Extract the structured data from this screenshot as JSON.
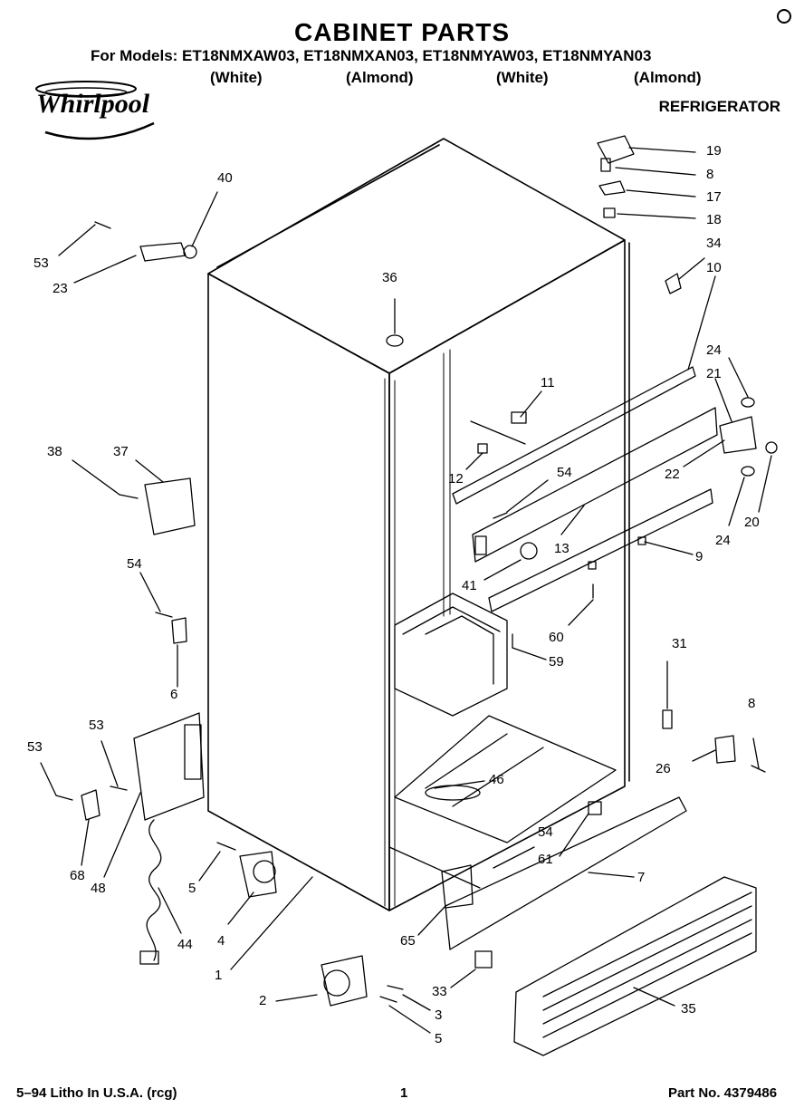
{
  "header": {
    "title": "CABINET PARTS",
    "models_line": "For Models:  ET18NMXAW03,  ET18NMXAN03,  ET18NMYAW03,  ET18NMYAN03",
    "colors": [
      "(White)",
      "(Almond)",
      "(White)",
      "(Almond)"
    ],
    "brand": "Whirlpool",
    "category": "REFRIGERATOR"
  },
  "footer": {
    "left": "5–94 Litho In U.S.A. (rcg)",
    "page": "1",
    "part_no": "Part No. 4379486"
  },
  "callouts": [
    "19",
    "8",
    "17",
    "18",
    "34",
    "10",
    "24",
    "21",
    "22",
    "20",
    "24",
    "9",
    "13",
    "11",
    "12",
    "54",
    "41",
    "60",
    "59",
    "40",
    "53",
    "23",
    "36",
    "38",
    "37",
    "54",
    "6",
    "31",
    "8",
    "26",
    "53",
    "53",
    "68",
    "48",
    "44",
    "5",
    "4",
    "46",
    "54",
    "61",
    "7",
    "65",
    "1",
    "2",
    "3",
    "5",
    "33",
    "35"
  ]
}
